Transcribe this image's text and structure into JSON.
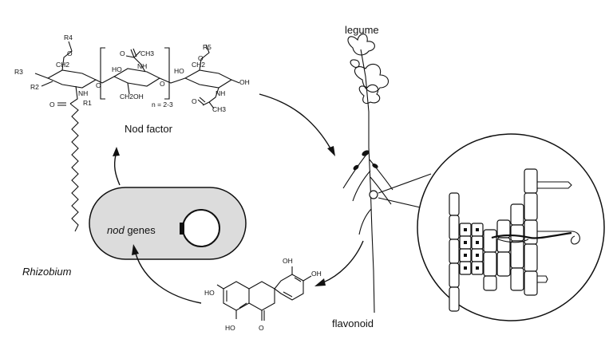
{
  "labels": {
    "nod_factor": "Nod factor",
    "nod_italic": "nod",
    "genes": " genes",
    "rhizobium": "Rhizobium",
    "legume": "legume",
    "flavonoid": "flavonoid"
  },
  "chem": {
    "r1": "R1",
    "r2": "R2",
    "r3": "R3",
    "r4": "R4",
    "r5": "R5",
    "ch2": "CH2",
    "ch2_b": "CH2",
    "ch2oh": "CH2OH",
    "nh1": "NH",
    "nh2": "NH",
    "nh3": "NH",
    "ho1": "HO",
    "ho2": "HO",
    "oh1": "OH",
    "o_carbonyl": "O",
    "ch3_a": "CH3",
    "ch3_b": "CH3",
    "o_a": "O",
    "o_b": "O",
    "n_repeat": "n = 2-3",
    "fl_oh_top": "OH",
    "fl_oh_right": "OH",
    "fl_ho_left": "HO",
    "fl_ho_bottom": "HO",
    "fl_o_bottom": "O"
  },
  "colors": {
    "bacterium_fill": "#dcdcdc",
    "ink": "#111111",
    "background": "#ffffff"
  }
}
